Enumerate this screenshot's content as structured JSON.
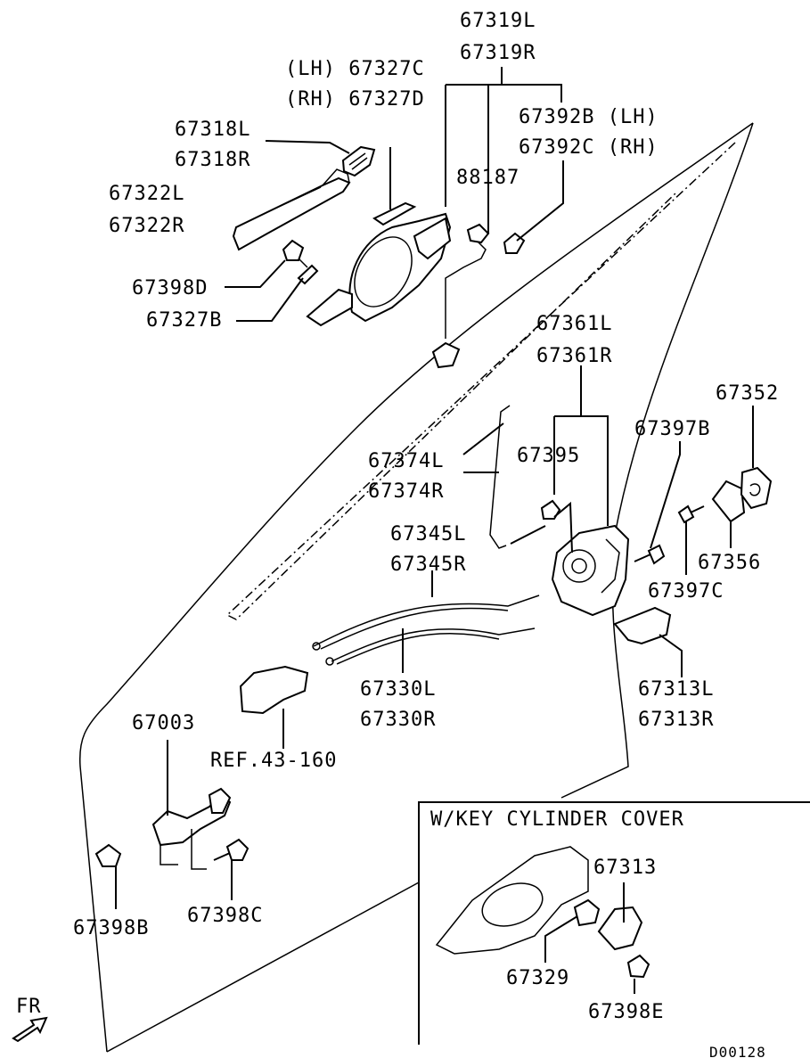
{
  "labels": {
    "p67319L": "67319L",
    "p67319R": "67319R",
    "p67327C": "(LH) 67327C",
    "p67327D": "(RH) 67327D",
    "p67392B": "67392B (LH)",
    "p67392C": "67392C (RH)",
    "p67318L": "67318L",
    "p67318R": "67318R",
    "p88187": "88187",
    "p67322L": "67322L",
    "p67322R": "67322R",
    "p67398D": "67398D",
    "p67327B": "67327B",
    "p67361L": "67361L",
    "p67361R": "67361R",
    "p67352": "67352",
    "p67397B": "67397B",
    "p67374L": "67374L",
    "p67374R": "67374R",
    "p67395": "67395",
    "p67345L": "67345L",
    "p67345R": "67345R",
    "p67356": "67356",
    "p67397C": "67397C",
    "p67313L": "67313L",
    "p67313R": "67313R",
    "p67330L": "67330L",
    "p67330R": "67330R",
    "ref": "REF.43-160",
    "p67003": "67003",
    "p67398B": "67398B",
    "p67398C": "67398C",
    "inset_title": "W/KEY CYLINDER COVER",
    "p67313": "67313",
    "p67329": "67329",
    "p67398E": "67398E",
    "fr": "FR",
    "code": "D00128"
  }
}
